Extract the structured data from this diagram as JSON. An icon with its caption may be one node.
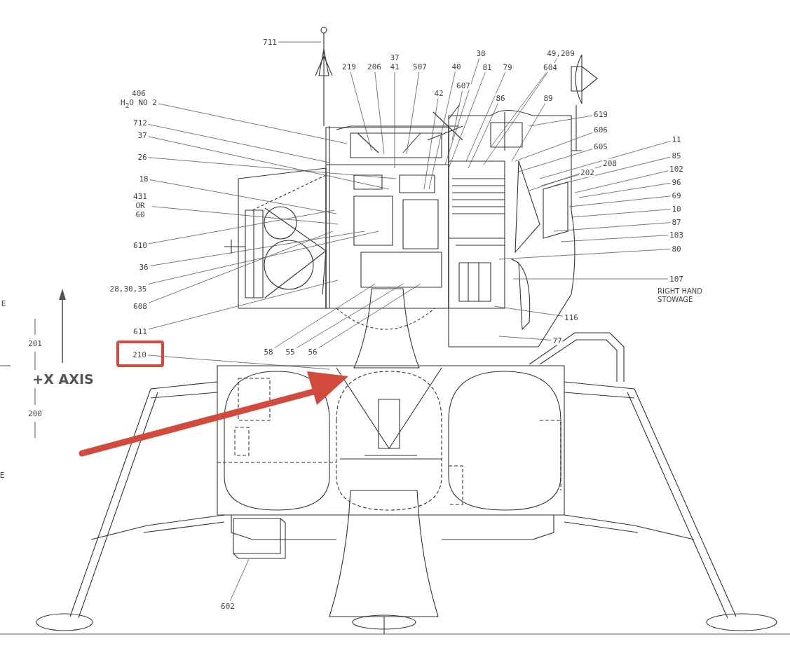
{
  "diagram": {
    "nodes": [
      {
        "text": [
          "711"
        ]
      },
      {
        "text": [
          "37",
          "41"
        ]
      },
      {
        "text": [
          "49,209"
        ]
      },
      {
        "text": [
          "38"
        ]
      },
      {
        "text": [
          "219"
        ]
      },
      {
        "text": [
          "206"
        ]
      },
      {
        "text": [
          "507"
        ]
      },
      {
        "text": [
          "40"
        ]
      },
      {
        "text": [
          "81"
        ]
      },
      {
        "text": [
          "79"
        ]
      },
      {
        "text": [
          "604"
        ]
      },
      {
        "text": [
          "607"
        ]
      },
      {
        "text": [
          "406",
          "H$_{2}$O NO 2"
        ]
      },
      {
        "text": [
          "42"
        ]
      },
      {
        "text": [
          "86"
        ]
      },
      {
        "text": [
          "89"
        ]
      },
      {
        "text": [
          "619"
        ]
      },
      {
        "text": [
          "712"
        ]
      },
      {
        "text": [
          "606"
        ]
      },
      {
        "text": [
          "37"
        ]
      },
      {
        "text": [
          "11"
        ]
      },
      {
        "text": [
          "605"
        ]
      },
      {
        "text": [
          "85"
        ]
      },
      {
        "text": [
          "26"
        ]
      },
      {
        "text": [
          "208"
        ]
      },
      {
        "text": [
          "102"
        ]
      },
      {
        "text": [
          "202"
        ]
      },
      {
        "text": [
          "18"
        ]
      },
      {
        "text": [
          "96"
        ]
      },
      {
        "text": [
          "69"
        ]
      },
      {
        "text": [
          "431 OR 60"
        ]
      },
      {
        "text": [
          "10"
        ]
      },
      {
        "text": [
          "87"
        ]
      },
      {
        "text": [
          "103"
        ]
      },
      {
        "text": [
          "610"
        ]
      },
      {
        "text": [
          "80"
        ]
      },
      {
        "text": [
          "36"
        ]
      },
      {
        "text": [
          "107"
        ],
        "beside": [
          "RIGHT HAND STOWAGE"
        ]
      },
      {
        "text": [
          "28,30,35"
        ]
      },
      {
        "text": [
          "608"
        ]
      },
      {
        "text": [
          "116"
        ]
      },
      {
        "text": [
          "611"
        ]
      },
      {
        "text": [
          "77"
        ]
      },
      {
        "text": [
          "58"
        ]
      },
      {
        "text": [
          "55"
        ]
      },
      {
        "text": [
          "56"
        ]
      },
      {
        "text": [
          "210"
        ]
      },
      {
        "text": [
          "602"
        ]
      }
    ],
    "edges": [
      {
        "from": 0,
        "to": null,
        "arrow": "none"
      },
      {
        "from": 1,
        "to": null,
        "arrow": "none"
      },
      {
        "from": 2,
        "to": null,
        "arrow": "none"
      },
      {
        "from": 3,
        "to": null,
        "arrow": "none"
      },
      {
        "from": 4,
        "to": null,
        "arrow": "none"
      },
      {
        "from": 5,
        "to": null,
        "arrow": "none"
      },
      {
        "from": 6,
        "to": null,
        "arrow": "none"
      },
      {
        "from": 7,
        "to": null,
        "arrow": "none"
      },
      {
        "from": 8,
        "to": null,
        "arrow": "none"
      },
      {
        "from": 9,
        "to": null,
        "arrow": "none"
      },
      {
        "from": 10,
        "to": null,
        "arrow": "none"
      },
      {
        "from": 11,
        "to": null,
        "arrow": "none"
      },
      {
        "from": 12,
        "to": null,
        "arrow": "none"
      },
      {
        "from": 13,
        "to": null,
        "arrow": "none"
      },
      {
        "from": 14,
        "to": null,
        "arrow": "none"
      },
      {
        "from": 15,
        "to": null,
        "arrow": "none"
      },
      {
        "from": 16,
        "to": null,
        "arrow": "none"
      },
      {
        "from": 17,
        "to": null,
        "arrow": "none"
      },
      {
        "from": 18,
        "to": null,
        "arrow": "none"
      },
      {
        "from": 19,
        "to": null,
        "arrow": "none"
      },
      {
        "from": 20,
        "to": null,
        "arrow": "none"
      },
      {
        "from": 21,
        "to": null,
        "arrow": "none"
      },
      {
        "from": 22,
        "to": null,
        "arrow": "none"
      },
      {
        "from": 23,
        "to": null,
        "arrow": "none"
      },
      {
        "from": 24,
        "to": null,
        "arrow": "none"
      },
      {
        "from": 25,
        "to": null,
        "arrow": "none"
      },
      {
        "from": 26,
        "to": null,
        "arrow": "none"
      },
      {
        "from": 27,
        "to": null,
        "arrow": "none"
      },
      {
        "from": 28,
        "to": null,
        "arrow": "none"
      },
      {
        "from": 29,
        "to": null,
        "arrow": "none"
      },
      {
        "from": 30,
        "to": null,
        "arrow": "none"
      },
      {
        "from": 31,
        "to": null,
        "arrow": "none"
      },
      {
        "from": 32,
        "to": null,
        "arrow": "none"
      },
      {
        "from": 33,
        "to": null,
        "arrow": "none"
      },
      {
        "from": 34,
        "to": null,
        "arrow": "none"
      },
      {
        "from": 35,
        "to": null,
        "arrow": "none"
      },
      {
        "from": 36,
        "to": null,
        "arrow": "none"
      },
      {
        "from": 37,
        "to": null,
        "arrow": "none"
      },
      {
        "from": 38,
        "to": null,
        "arrow": "none"
      },
      {
        "from": 39,
        "to": null,
        "arrow": "none"
      },
      {
        "from": 40,
        "to": null,
        "arrow": "none"
      },
      {
        "from": 41,
        "to": null,
        "arrow": "none"
      },
      {
        "from": 42,
        "to": null,
        "arrow": "none"
      },
      {
        "from": 43,
        "to": null,
        "arrow": "none"
      },
      {
        "from": 44,
        "to": null,
        "arrow": "none"
      },
      {
        "from": 45,
        "to": null,
        "arrow": "none"
      },
      {
        "from": 46,
        "to": null,
        "arrow": "none"
      },
      {
        "from": 47,
        "to": null,
        "arrow": "none"
      }
    ],
    "labels": [
      "E",
      "201",
      "+X AXIS",
      "200",
      "E"
    ]
  }
}
